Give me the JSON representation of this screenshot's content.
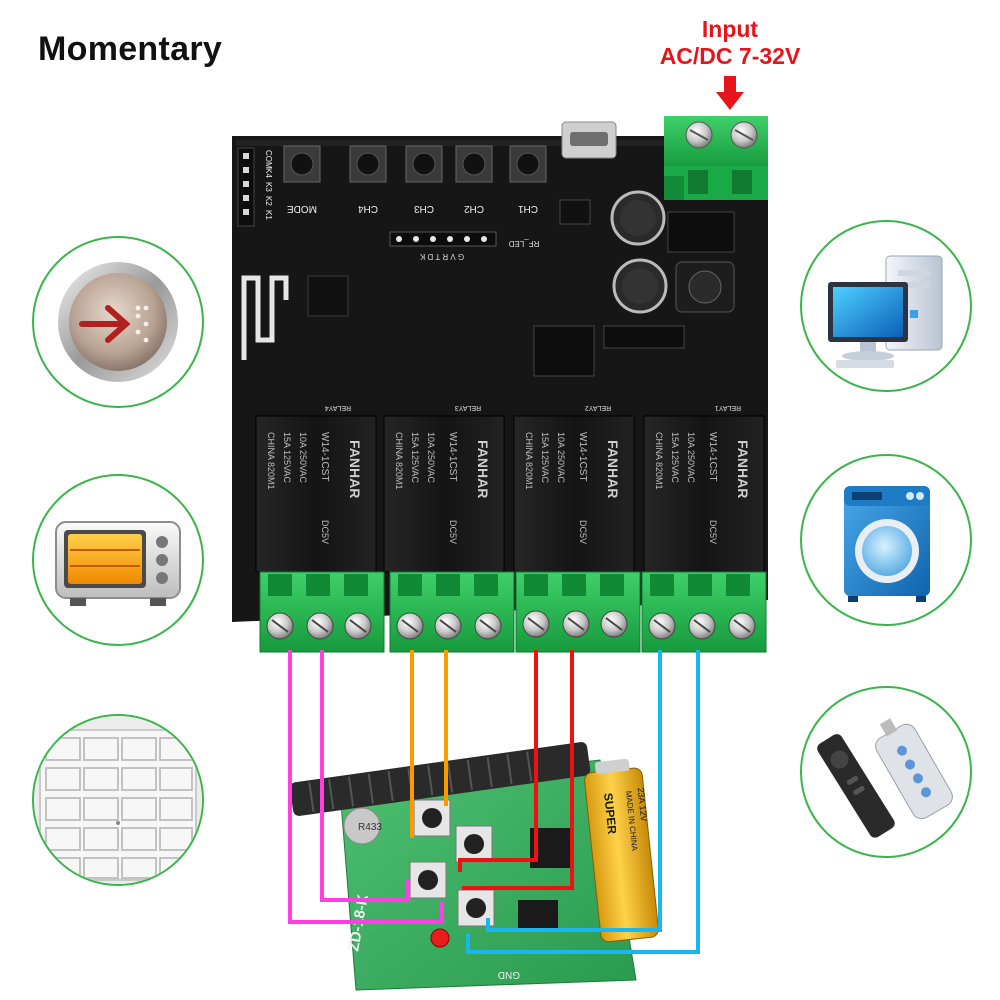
{
  "title": "Momentary",
  "input": {
    "line1": "Input",
    "line2": "AC/DC 7-32V",
    "arrow_color": "#e8141b"
  },
  "board": {
    "buttons": [
      "MODE",
      "CH4",
      "CH3",
      "CH2",
      "CH1"
    ],
    "header_pins": [
      "COM",
      "K4",
      "K3",
      "K2",
      "K1"
    ],
    "prog_header": "G V R T D K",
    "rf_led": "RF_LED",
    "relay_labels": [
      "RELAY4",
      "RELAY3",
      "RELAY2",
      "RELAY1"
    ],
    "relay_brand": "FANHAR",
    "relay_model": "W14-1CST",
    "relay_coil": "DC5V",
    "relay_rating1": "10A 250VAC",
    "relay_rating2": "15A 125VAC",
    "relay_origin": "CHINA 820M1"
  },
  "remote": {
    "model": "ZD-18-K",
    "crystal": "R433",
    "gnd_label": "GND",
    "battery_brand": "SUPER",
    "battery_made": "MADE IN CHINA",
    "battery_voltage": "23A 12V"
  },
  "wire_colors": {
    "ch4": "#ff3ee6",
    "ch3": "#ff9900",
    "ch2": "#ee1111",
    "ch1": "#19b6f2"
  },
  "accent_circle": "#39b54a",
  "icons": [
    "elevator-button-icon",
    "toaster-oven-icon",
    "garage-door-icon",
    "computer-icon",
    "washing-machine-icon",
    "remote-controls-icon"
  ]
}
